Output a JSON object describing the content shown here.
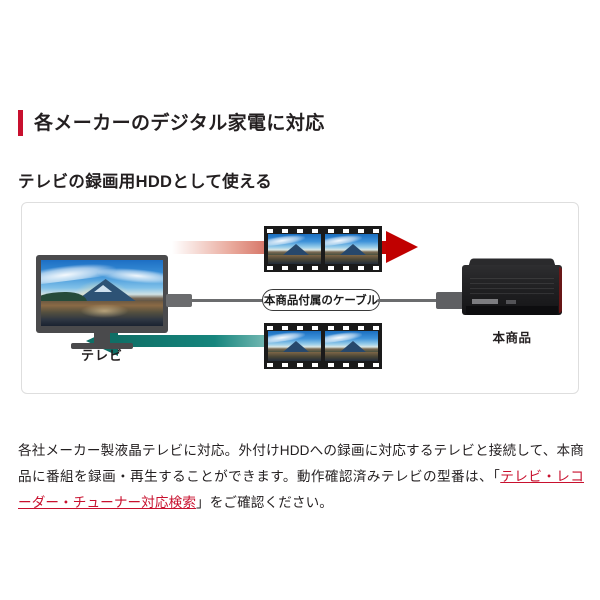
{
  "section": {
    "heading": "各メーカーのデジタル家電に対応",
    "accent_color": "#c8102e",
    "sub_heading": "テレビの録画用HDDとして使える"
  },
  "diagram": {
    "tv_label": "テレビ",
    "device_label": "本商品",
    "cable_label": "本商品付属のケーブル",
    "arrow_record_color": "#c00000",
    "arrow_playback_color": "#0f6f66",
    "panel_border_color": "#dedede"
  },
  "body": {
    "text_part_1": "各社メーカー製液晶テレビに対応。外付けHDDへの録画に対応するテレビと接続して、本商品に番組を録画・再生することができます。動作確認済みテレビの型番は、「",
    "link_text": "テレビ・レコーダー・チューナー対応検索",
    "text_part_2": "」をご確認ください。",
    "link_color": "#c8102e"
  }
}
